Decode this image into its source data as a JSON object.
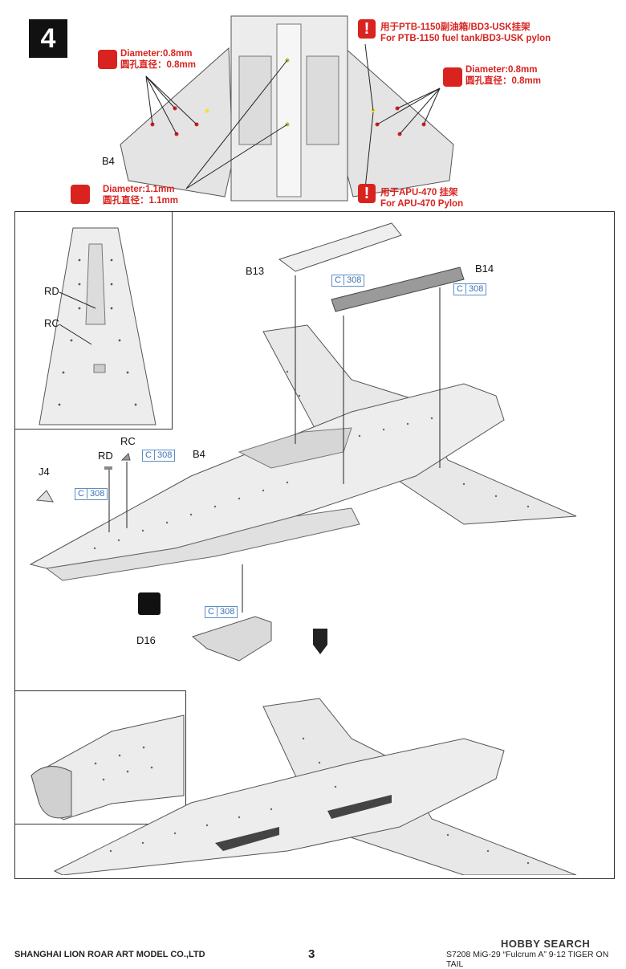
{
  "step": "4",
  "notes": {
    "hole_08_left": {
      "en": "Diameter:0.8mm",
      "zh": "圆孔直径：0.8mm"
    },
    "hole_08_right": {
      "en": "Diameter:0.8mm",
      "zh": "圆孔直径：0.8mm"
    },
    "hole_11": {
      "en": "Diameter:1.1mm",
      "zh": "圆孔直径：1.1mm"
    },
    "ptb": {
      "zh": "用于PTB-1150副油箱/BD3-USK挂架",
      "en": "For PTB-1150 fuel tank/BD3-USK pylon"
    },
    "apu": {
      "zh": "用于APU-470 挂架",
      "en": "For APU-470 Pylon"
    }
  },
  "labels": {
    "b4_top": "B4",
    "b4_main": "B4",
    "b13": "B13",
    "b14": "B14",
    "rd_inset": "RD",
    "rc_inset": "RC",
    "rd_main": "RD",
    "rc_main": "RC",
    "j4": "J4",
    "d16": "D16"
  },
  "codes": {
    "prefix": "C",
    "value": "308"
  },
  "footer": {
    "company": "SHANGHAI LION ROAR ART MODEL CO.,LTD",
    "page": "3",
    "product": "S7208 MiG-29 “Fulcrum A” 9-12 TIGER ON TAIL",
    "watermark": "HOBBY SEARCH"
  }
}
